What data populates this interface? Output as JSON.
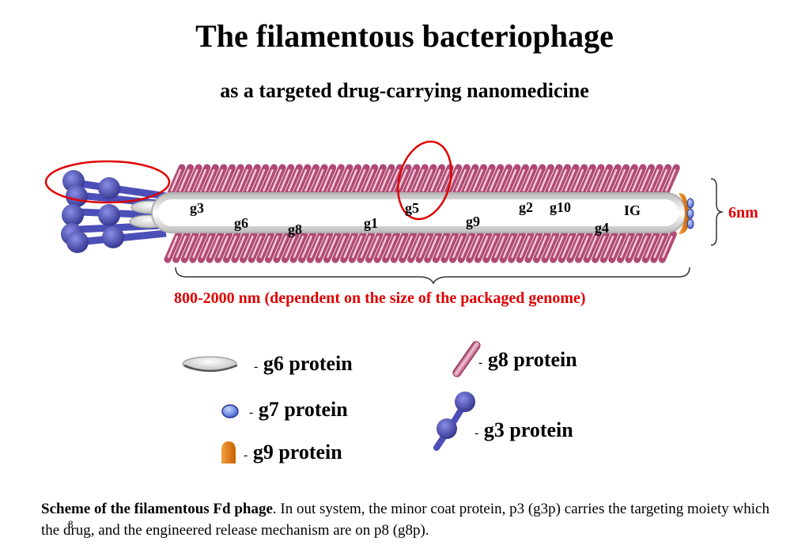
{
  "title": "The filamentous bacteriophage",
  "subtitle": "as a targeted drug-carrying nanomedicine",
  "genes": {
    "g3": "g3",
    "g6": "g6",
    "g8": "g8",
    "g1": "g1",
    "g5": "g5",
    "g9": "g9",
    "g2": "g2",
    "g10": "g10",
    "g4": "g4",
    "ig": "IG"
  },
  "width_label": "6nm",
  "length_label": "800-2000 nm (dependent on the size of the packaged genome)",
  "legend": {
    "dash": "-",
    "g6": "g6 protein",
    "g7": "g7 protein",
    "g9": "g9 protein",
    "g8": "g8 protein",
    "g3": "g3 protein"
  },
  "caption": {
    "bold": "Scheme of the filamentous Fd phage",
    "rest": ". In out system, the minor coat protein, p3 (g3p) carries the targeting moiety which the drug, and the engineered release mechanism are on p8 (g8p)."
  },
  "page_number": "8",
  "colors": {
    "coat": "#c0507a",
    "coat_light": "#f2c4d4",
    "g3_blue": "#4c4fb8",
    "highlight_red": "#e00000",
    "g9_orange": "#e07a10",
    "body_grey": "#d0d0d0"
  }
}
